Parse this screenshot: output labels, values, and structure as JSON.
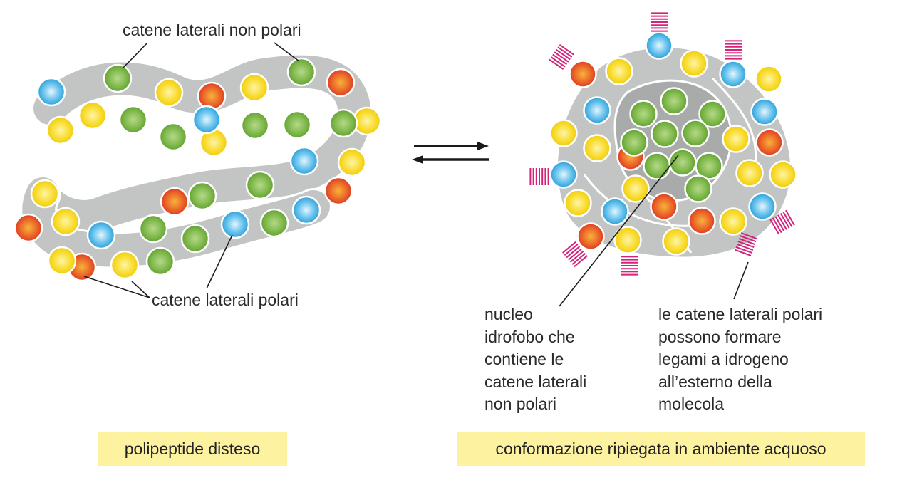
{
  "colors": {
    "chain": "#c3c5c4",
    "chain_shadow": "#a9abaa",
    "nonpolar_green": "#6fae3a",
    "polar_yellow": "#f5d51a",
    "polar_blue": "#2ea9df",
    "polar_red": "#e2462a",
    "hbond_magenta": "#d4237a",
    "caption_bg": "#fdf2a0",
    "text": "#2a2a2a"
  },
  "labels": {
    "nonpolar_side_chains": "catene laterali non polari",
    "polar_side_chains": "catene laterali polari",
    "hydrophobic_core": [
      "nucleo",
      "idrofobo che",
      "contiene le",
      "catene laterali",
      "non polari"
    ],
    "hbond_note": [
      "le catene laterali polari",
      "possono formare",
      "legami a idrogeno",
      "all’esterno della",
      "molecola"
    ]
  },
  "captions": {
    "unfolded": "polipeptide disteso",
    "folded": "conformazione ripiegata in ambiente acquoso"
  },
  "legend_semantics": {
    "green": "nonpolar side chain",
    "yellow_blue_red": "polar side chains",
    "arrows": "equilibrium"
  }
}
